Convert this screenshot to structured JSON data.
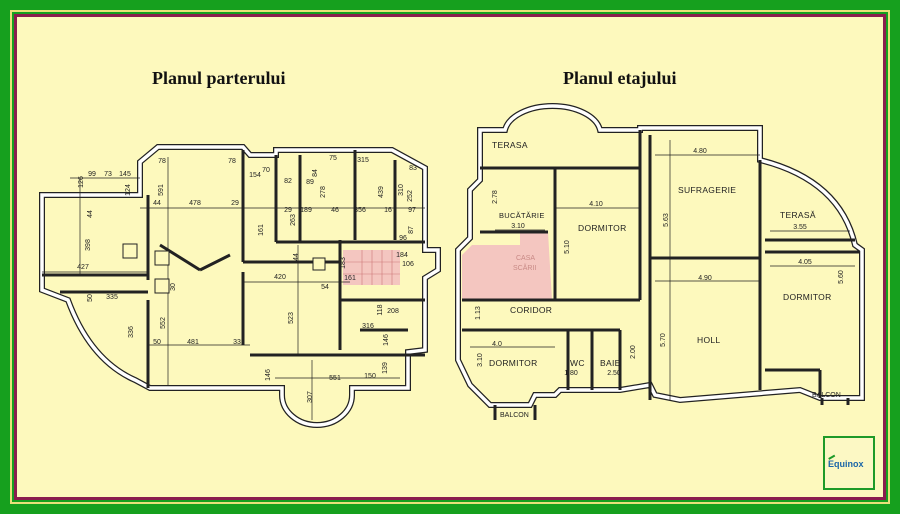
{
  "colors": {
    "frame": "#16a01e",
    "inner_border": "#8a1d4e",
    "background": "#fdf9bd",
    "stairs": "#f4c6c0",
    "logo_text": "#1a66a8"
  },
  "ground_floor": {
    "title": "Planul parterului",
    "dimensions": [
      "99",
      "126",
      "73",
      "145",
      "124",
      "78",
      "78",
      "591",
      "44",
      "478",
      "29",
      "44",
      "398",
      "427",
      "154",
      "70",
      "82",
      "89",
      "84",
      "278",
      "29",
      "189",
      "46",
      "356",
      "16",
      "97",
      "75",
      "315",
      "439",
      "83",
      "310",
      "252",
      "161",
      "263",
      "96",
      "87",
      "44",
      "183",
      "184",
      "106",
      "161",
      "420",
      "54",
      "30",
      "50",
      "335",
      "118",
      "208",
      "316",
      "146",
      "336",
      "552",
      "523",
      "50",
      "481",
      "33",
      "146",
      "551",
      "150",
      "139",
      "307"
    ]
  },
  "upper_floor": {
    "title": "Planul etajului",
    "rooms": {
      "terasa_top": "TERASA",
      "sufragerie": "SUFRAGERIE",
      "bucatarie": "BUCĂTĂRIE",
      "dormitor_1": "DORMITOR",
      "terasa_right": "TERASĂ",
      "casa": "CASA",
      "scarii": "SCĂRII",
      "dormitor_2": "DORMITOR",
      "coridor": "CORIDOR",
      "dormitor_3": "DORMITOR",
      "wc": "WC",
      "baie": "BAIE",
      "holl": "HOLL",
      "balcon_right": "BALCON",
      "balcon_left": "BALCON"
    },
    "dimensions": [
      "4.80",
      "2.78",
      "3.10",
      "4.10",
      "5.63",
      "3.55",
      "5.10",
      "4.05",
      "4.90",
      "5.60",
      "1.13",
      "4.0",
      "3.10",
      "1.80",
      "2.50",
      "2.00",
      "5.70"
    ]
  },
  "logo": {
    "text": "Equinox"
  }
}
